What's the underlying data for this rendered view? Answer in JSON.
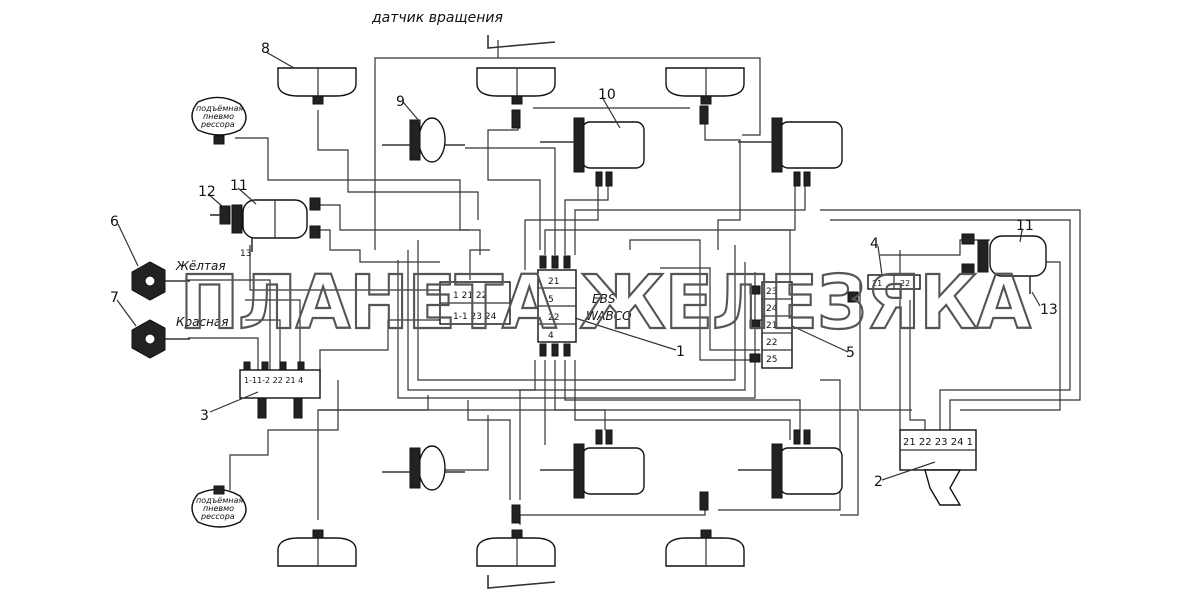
{
  "labels": {
    "rotation_sensor": "датчик вращения",
    "yellow": "Жёлтая",
    "red": "Красная",
    "suspension": [
      "подъёмная",
      "пневмо",
      "рессора"
    ],
    "ebs": "EBS",
    "wabco": "WABCO"
  },
  "callouts": {
    "c1": "1",
    "c2": "2",
    "c3": "3",
    "c4": "4",
    "c5": "5",
    "c6": "6",
    "c7": "7",
    "c8": "8",
    "c9": "9",
    "c10": "10",
    "c11": "11",
    "c12": "12",
    "c13": "13"
  },
  "ports": {
    "ebs_left_top": "1 21 22",
    "ebs_left_bottom": "1-1 23 24",
    "ebs_r1": "21",
    "ebs_r2": "5",
    "ebs_r3": "22",
    "ebs_r4": "4",
    "m5": [
      "23",
      "24",
      "21",
      "22",
      "25"
    ],
    "v4_left": "21",
    "v4_right": "22",
    "v3": "1-11-2 22 21 4",
    "v2": "21 22 23 24 1"
  },
  "watermark": "ПЛАНЕТА ЖЕЛЕЗЯКА"
}
